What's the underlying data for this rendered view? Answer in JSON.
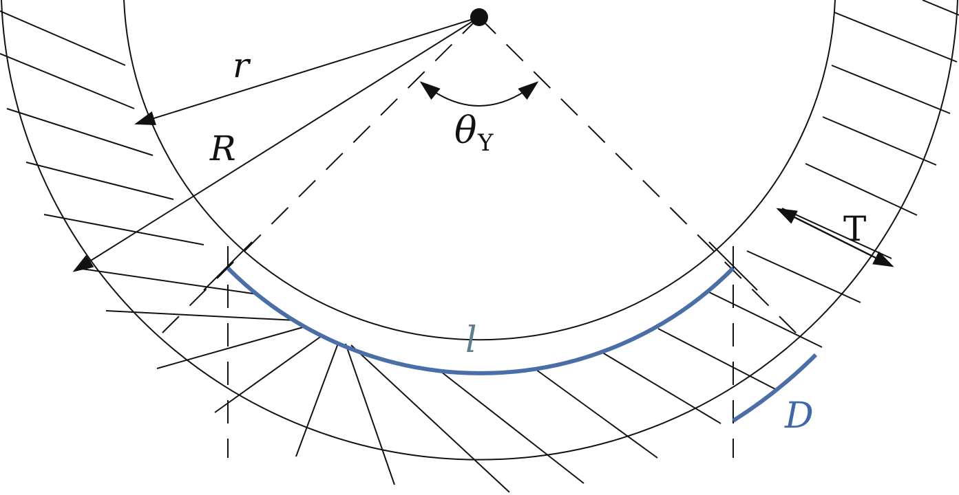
{
  "labels": {
    "r": "r",
    "R": "R",
    "theta": "θ",
    "theta_sub": "Y",
    "T": "T",
    "l": "l",
    "D": "D"
  },
  "colors": {
    "line": "#111111",
    "highlight": "#4a6ea8",
    "l_label": "#5e7f8c",
    "D_label": "#3f67ad"
  }
}
